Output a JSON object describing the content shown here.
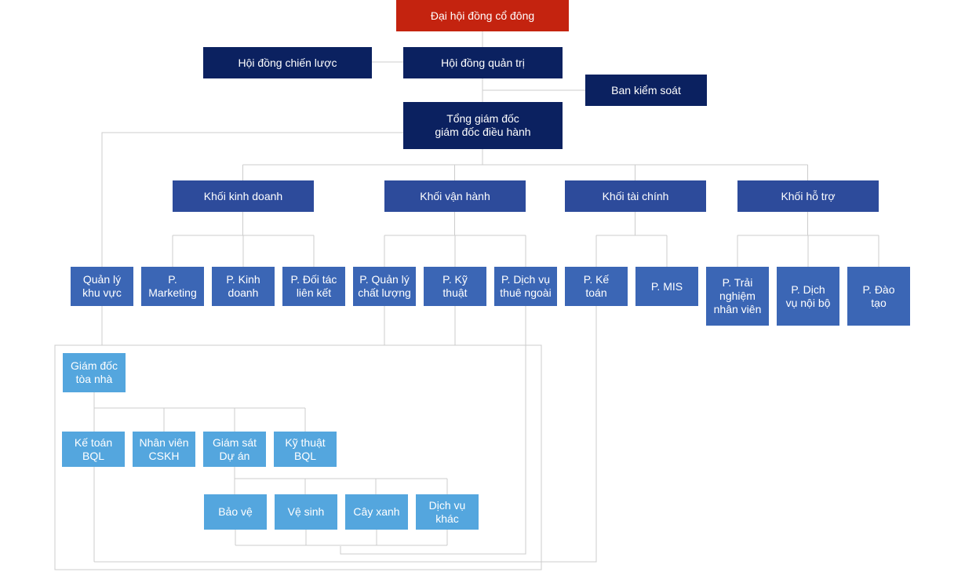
{
  "chart": {
    "shareholders": "Đại hội đồng cổ đông",
    "strategy_council": "Hội đồng chiến lược",
    "board": "Hội đồng quản trị",
    "supervisory": "Ban kiểm soát",
    "ceo": "Tổng giám đốc\ngiám đốc điều hành",
    "blocks": {
      "business": "Khối kinh doanh",
      "operations": "Khối vận hành",
      "finance": "Khối tài chính",
      "support": "Khối hỗ trợ"
    },
    "departments": {
      "area_mgmt": "Quản lý\nkhu vực",
      "marketing": "P.\nMarketing",
      "sales": "P. Kinh\ndoanh",
      "partners": "P. Đối tác\nliên kết",
      "quality": "P. Quản lý\nchất lượng",
      "technical": "P. Kỹ\nthuật",
      "outsourcing": "P. Dịch vụ\nthuê ngoài",
      "accounting": "P. Kế\ntoán",
      "mis": "P. MIS",
      "employee_exp": "P. Trải\nnghiệm\nnhân viên",
      "internal_services": "P. Dịch\nvụ nội bộ",
      "training": "P. Đào\ntạo"
    },
    "building": {
      "director": "Giám đốc\ntòa nhà",
      "accountant": "Kế toán\nBQL",
      "cs_staff": "Nhân viên\nCSKH",
      "supervisor": "Giám sát\nDự án",
      "technician": "Kỹ thuật\nBQL",
      "security": "Bảo vệ",
      "cleaning": "Vệ sinh",
      "landscaping": "Cây xanh",
      "other": "Dịch vụ\nkhác"
    }
  },
  "colors": {
    "top": "#c4230f",
    "executive": "#0b2160",
    "block": "#2d4b9b",
    "department": "#3b66b5",
    "building": "#54a6de",
    "connector": "#cccccc"
  }
}
